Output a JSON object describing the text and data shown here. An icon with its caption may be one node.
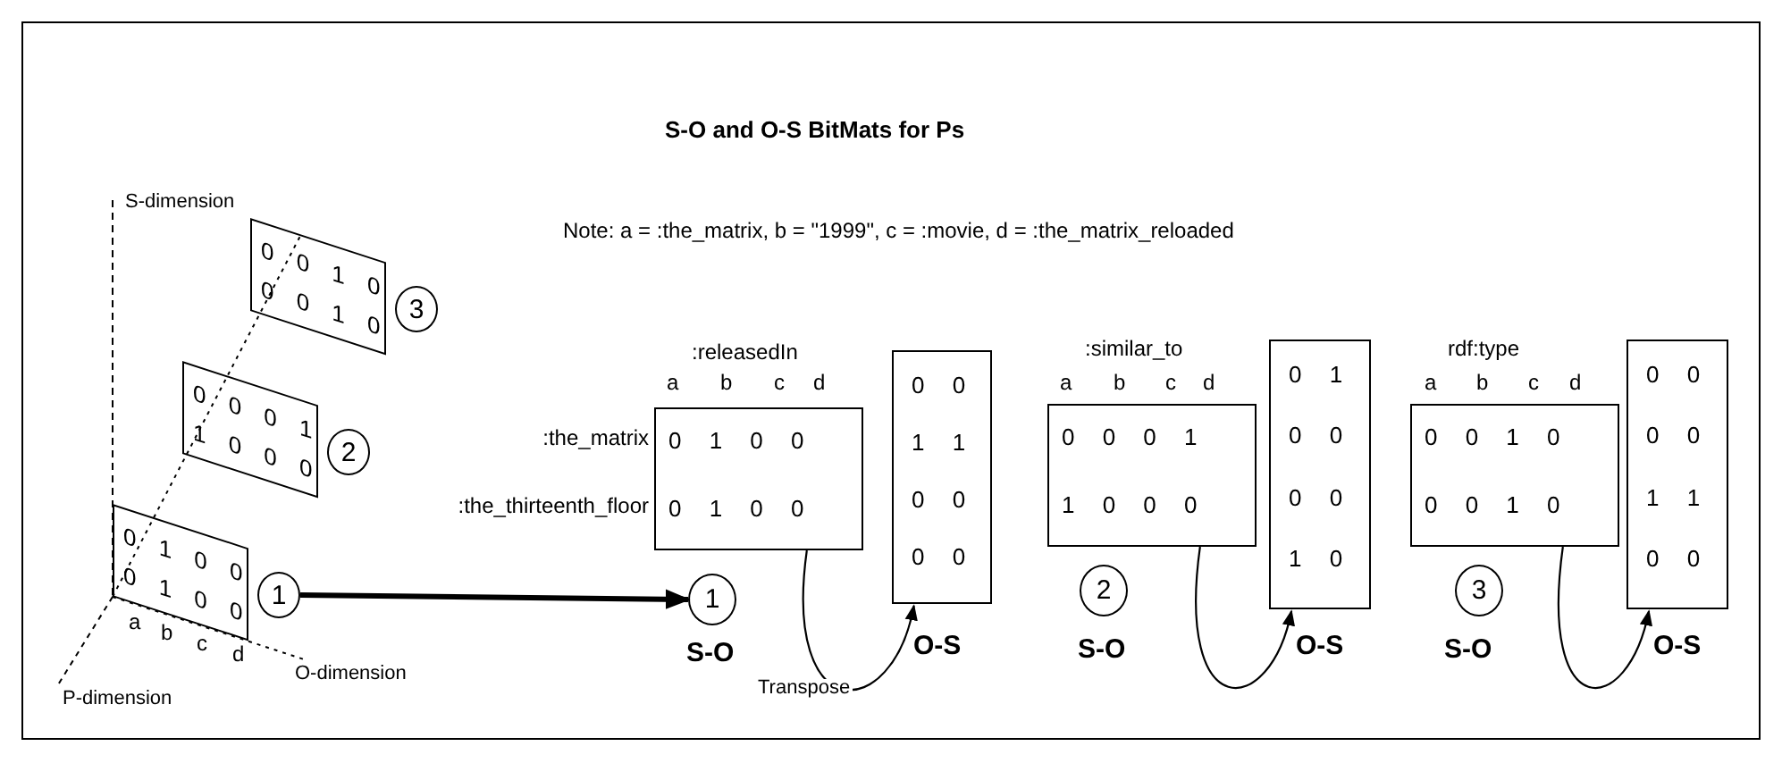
{
  "diagram": {
    "title": "S-O and O-S BitMats for Ps",
    "nodes": [
      {
        "text": [
          "0 0 1 0",
          "0 0 1 0"
        ]
      },
      {
        "text": [
          "3"
        ]
      },
      {
        "text": [
          "0 0 0 1",
          "1 0 0 0"
        ]
      },
      {
        "text": [
          "2"
        ]
      },
      {
        "text": [
          "0 1 0 0",
          "0 1 0 0"
        ]
      },
      {
        "text": [
          "1"
        ]
      },
      {
        "text": [
          ":releasedIn",
          "0 1 0 0",
          "0 1 0 0"
        ]
      },
      {
        "text": [
          "0 0",
          "1 1",
          "0 0",
          "0 0"
        ],
        "beside": [
          "O-S"
        ]
      },
      {
        "text": [
          "1"
        ]
      },
      {
        "text": [
          ":similar_to",
          "0 0 0 1",
          "1 0 0 0"
        ]
      },
      {
        "text": [
          "0 1",
          "0 0",
          "0 0",
          "1 0"
        ],
        "beside": [
          "O-S"
        ]
      },
      {
        "text": [
          "2"
        ]
      },
      {
        "text": [
          "rdf:type",
          "0 0 1 0",
          "0 0 1 0"
        ]
      },
      {
        "text": [
          "0 0",
          "0 0",
          "1 1",
          "0 0"
        ],
        "beside": [
          "O-S"
        ]
      },
      {
        "text": [
          "3"
        ]
      }
    ],
    "edges": [
      {
        "from": 5,
        "to": 8,
        "arrow": "to",
        "style": "thick"
      },
      {
        "from": 6,
        "to": 7,
        "arrow": "to",
        "label": "Transpose"
      },
      {
        "from": 9,
        "to": 10,
        "arrow": "to"
      },
      {
        "from": 12,
        "to": 13,
        "arrow": "to"
      }
    ],
    "labels": [
      "S-dimension",
      "Note: a = :the_matrix, b = \"1999\", c = :movie, d = :the_matrix_reloaded",
      "a",
      "b",
      "c",
      "d",
      "a",
      "b",
      "c",
      "d",
      "a",
      "b",
      "c",
      "d",
      ":the_matrix",
      ":the_thirteenth_floor",
      "a",
      "b",
      "c",
      "d",
      "P-dimension",
      "O-dimension",
      "S-O",
      "S-O",
      "S-O"
    ]
  }
}
